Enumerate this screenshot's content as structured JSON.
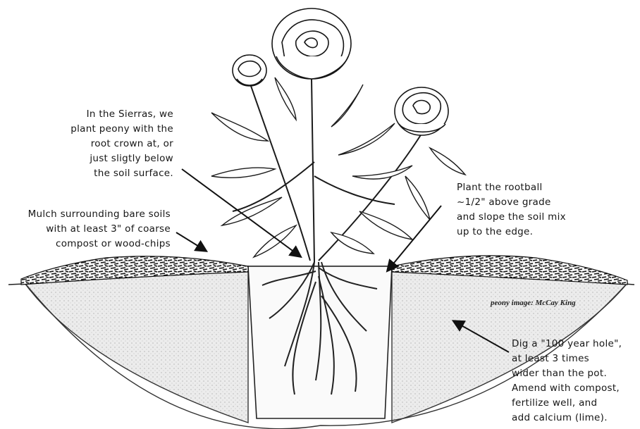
{
  "annotations": {
    "crown": [
      "In the Sierras, we",
      "plant peony with the",
      "root crown at, or",
      "just sligtly below",
      "the soil surface."
    ],
    "mulch": [
      "Mulch surrounding bare soils",
      "with at least 3\" of coarse",
      "compost or wood-chips"
    ],
    "rootball": [
      "Plant the rootball",
      "~1/2\" above grade",
      "and slope the soil mix",
      "up to the edge."
    ],
    "hole": [
      "Dig a \"100 year hole\",",
      "at least 3 times",
      "wider than the pot.",
      "Amend with compost,",
      "fertilize well, and",
      "add calcium (lime)."
    ]
  },
  "credit": "peony image: McCay King",
  "colors": {
    "ink": "#161616",
    "soil_fill": "#e9e9e9",
    "mulch": "#1a1a1a"
  }
}
